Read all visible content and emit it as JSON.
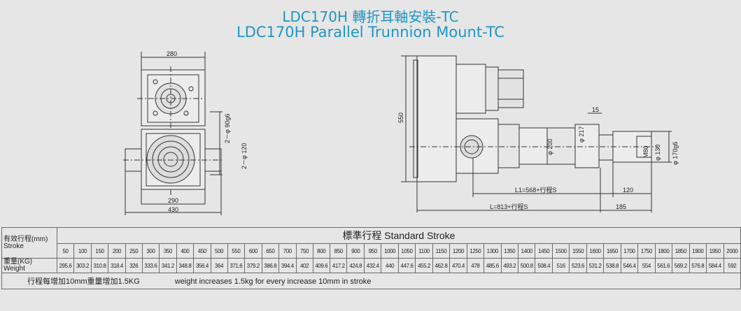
{
  "title": {
    "line1": "LDC170H 轉折耳軸安裝-TC",
    "line2": "LDC170H Parallel Trunnion Mount-TC"
  },
  "front_view": {
    "dim_top": "280",
    "dim_290": "290",
    "dim_430": "430",
    "dim_shaft": "2－φ 90g6",
    "dim_120": "2－φ 120"
  },
  "side_view": {
    "dim_550": "550",
    "dim_15": "15",
    "dim_200": "φ 200",
    "dim_217": "φ 217",
    "dim_m80": "M80",
    "dim_130": "φ 130",
    "dim_170g6": "φ 170g6",
    "dim_l1": "L1=568+行程S",
    "dim_l": "L=813+行程S",
    "dim_120": "120",
    "dim_185": "185"
  },
  "table": {
    "header": "標準行程 Standard Stroke",
    "stroke_label_cn": "有效行程(mm)",
    "stroke_label_en": "Stroke",
    "weight_label_cn": "重量(KG)",
    "weight_label_en": "Weight",
    "strokes": [
      "50",
      "100",
      "150",
      "200",
      "250",
      "300",
      "350",
      "400",
      "450",
      "500",
      "550",
      "600",
      "650",
      "700",
      "750",
      "800",
      "850",
      "900",
      "950",
      "1000",
      "1050",
      "1100",
      "1150",
      "1200",
      "1250",
      "1300",
      "1350",
      "1400",
      "1450",
      "1500",
      "1550",
      "1600",
      "1650",
      "1700",
      "1750",
      "1800",
      "1850",
      "1900",
      "1950",
      "2000"
    ],
    "weights": [
      "295.6",
      "303.2",
      "310.8",
      "318.4",
      "326",
      "333.6",
      "341.2",
      "348.8",
      "356.4",
      "364",
      "371.6",
      "379.2",
      "386.8",
      "394.4",
      "402",
      "409.6",
      "417.2",
      "424.8",
      "432.4",
      "440",
      "447.6",
      "455.2",
      "462.8",
      "470.4",
      "478",
      "485.6",
      "493.2",
      "500.8",
      "508.4",
      "516",
      "523.6",
      "531.2",
      "538.8",
      "546.4",
      "554",
      "561.6",
      "569.2",
      "576.8",
      "584.4",
      "592"
    ],
    "note_cn": "行程每增加10mm重量增加1.5KG",
    "note_en": "weight increases 1.5kg for every increase 10mm in stroke"
  }
}
